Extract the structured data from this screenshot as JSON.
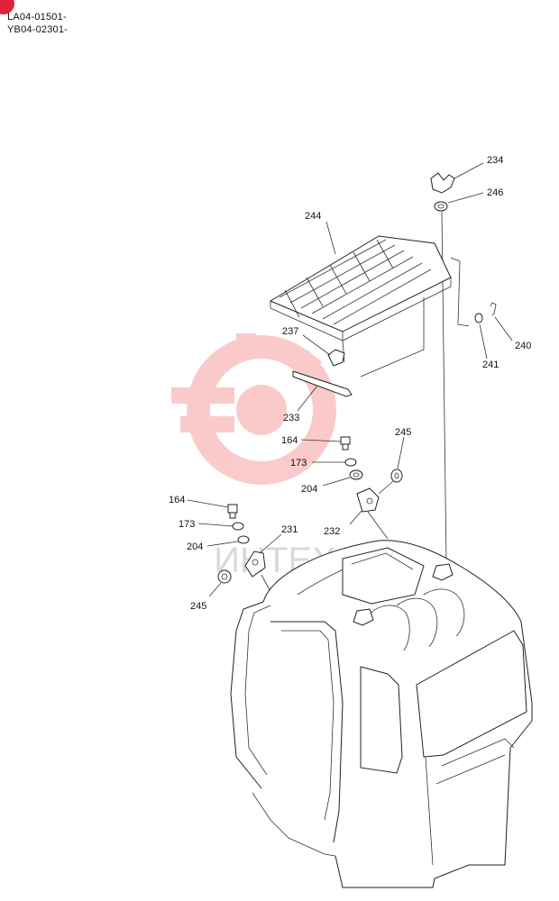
{
  "header": {
    "serial_1": "LA04-01501-",
    "serial_2": "YB04-02301-"
  },
  "watermark": {
    "text": "ИНТЕХ",
    "color": "#f26b6b"
  },
  "badge_color": "#e0223a",
  "callouts": {
    "c234": "234",
    "c246": "246",
    "c244": "244",
    "c237": "237",
    "c240": "240",
    "c241": "241",
    "c233": "233",
    "c164a": "164",
    "c245a": "245",
    "c173a": "173",
    "c204a": "204",
    "c164b": "164",
    "c232": "232",
    "c231": "231",
    "c173b": "173",
    "c204b": "204",
    "c245b": "245"
  }
}
